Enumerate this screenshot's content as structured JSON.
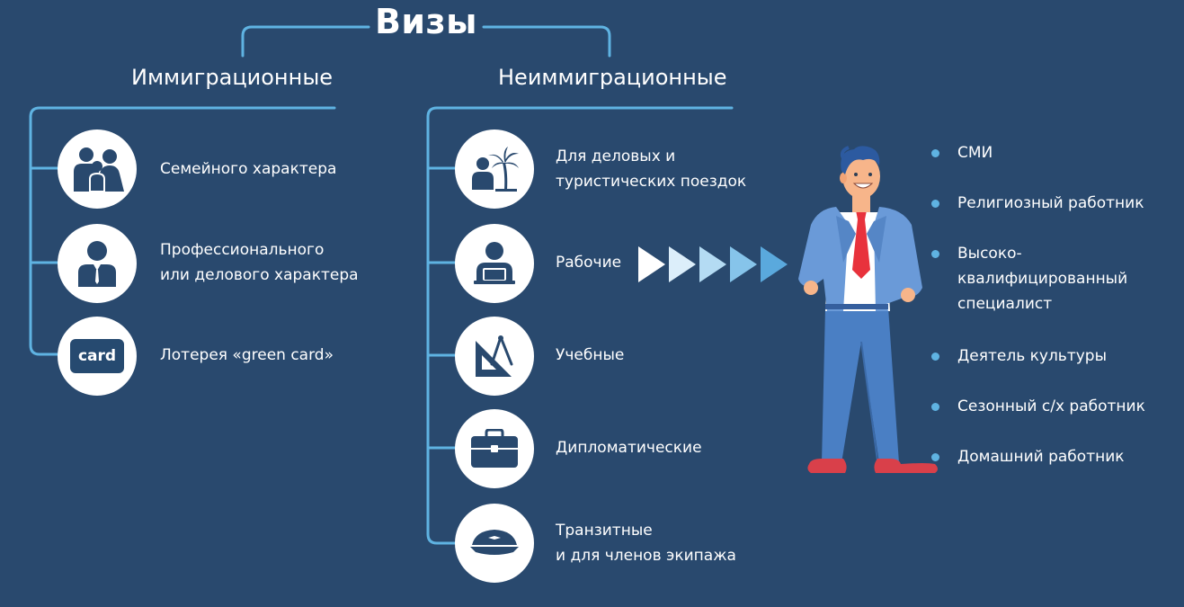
{
  "title": "Визы",
  "columns": {
    "immigrant": {
      "heading": "Иммиграционные",
      "items": [
        {
          "icon": "family-icon",
          "label": "Семейного характера"
        },
        {
          "icon": "businessman-icon",
          "label": "Профессионального\nили делового характера"
        },
        {
          "icon": "green-card-icon",
          "icon_text": "card",
          "label": "Лотерея «green card»"
        }
      ]
    },
    "nonimmigrant": {
      "heading": "Неиммиграционные",
      "items": [
        {
          "icon": "tourist-palm-icon",
          "label": "Для деловых и\nтуристических поездок"
        },
        {
          "icon": "laptop-worker-icon",
          "label": "Рабочие"
        },
        {
          "icon": "compass-ruler-icon",
          "label": "Учебные"
        },
        {
          "icon": "briefcase-icon",
          "label": "Дипломатические"
        },
        {
          "icon": "pilot-cap-icon",
          "label": "Транзитные\nи для членов экипажа"
        }
      ]
    }
  },
  "work_categories": [
    "СМИ",
    "Религиозный работник",
    "Высоко-\nквалифицированный\nспециалист",
    "Деятель культуры",
    "Сезонный с/х работник",
    "Домашний работник"
  ],
  "colors": {
    "background": "#29496e",
    "line": "#5fb3e2",
    "icon": "#29496e",
    "suit": "#5b8fd0",
    "tie": "#e8323c"
  }
}
